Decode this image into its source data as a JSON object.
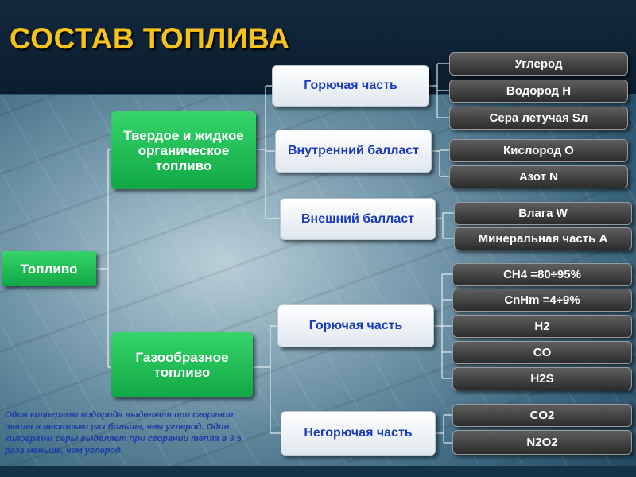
{
  "title": "СОСТАВ ТОПЛИВА",
  "root": "Топливо",
  "categories": [
    {
      "label": "Твердое и жидкое органическое топливо",
      "parts": [
        {
          "label": "Горючая часть",
          "items": [
            "Углерод",
            "Водород H",
            "Сера летучая Sл"
          ]
        },
        {
          "label": "Внутренний балласт",
          "items": [
            "Кислород O",
            "Азот N"
          ]
        },
        {
          "label": "Внешний  балласт",
          "items": [
            "Влага W",
            "Минеральная часть A"
          ]
        }
      ]
    },
    {
      "label": "Газообразное топливо",
      "parts": [
        {
          "label": "Горючая часть",
          "items": [
            "CH4 =80÷95%",
            "CnHm =4÷9%",
            "H2",
            "CO",
            "H2S"
          ]
        },
        {
          "label": "Негорючая часть",
          "items": [
            "CO2",
            "N2O2"
          ]
        }
      ]
    }
  ],
  "note": "Один килограмм водорода выделяет при сгорании тепла в несколько раз больше, чем углерод. Один килограмм серы выделяет при сгорании тепла в 3,5  раза меньше, чем углерод."
}
